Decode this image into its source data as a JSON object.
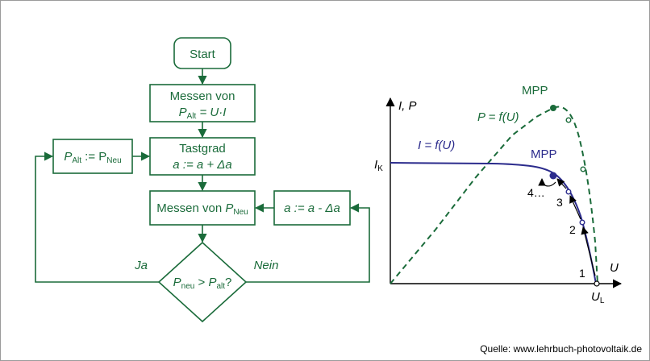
{
  "flowchart": {
    "start": "Start",
    "measure_old_line1": "Messen von",
    "measure_old_p": "P",
    "measure_old_sub": "Alt",
    "measure_old_eq": " = U·I",
    "assign_p": "P",
    "assign_sub_alt": "Alt",
    "assign_mid": " := P",
    "assign_sub_neu": "Neu",
    "duty_line1": "Tastgrad",
    "duty_line2": "a := a + Δa",
    "measure_new_text": "Messen von ",
    "measure_new_p": "P",
    "measure_new_sub": "Neu",
    "decrease": "a := a - Δa",
    "decision_p1": "P",
    "decision_sub1": "neu",
    "decision_gt": " > ",
    "decision_p2": "P",
    "decision_sub2": "alt",
    "decision_q": "?",
    "yes_label": "Ja",
    "no_label": "Nein"
  },
  "graph": {
    "y_axis_label": "I, P",
    "x_axis_label": "U",
    "current_label": "I = f(U)",
    "power_label": "P = f(U)",
    "mpp_power": "MPP",
    "mpp_current": "MPP",
    "ik_i": "I",
    "ik_sub": "K",
    "ul_u": "U",
    "ul_sub": "L",
    "step_1": "1",
    "step_2": "2",
    "step_3": "3",
    "step_4": "4…",
    "colors": {
      "flowchart": "#1a6b3a",
      "current_curve": "#2b2b8c",
      "power_curve": "#1a6b3a"
    }
  },
  "source": "Quelle: www.lehrbuch-photovoltaik.de"
}
